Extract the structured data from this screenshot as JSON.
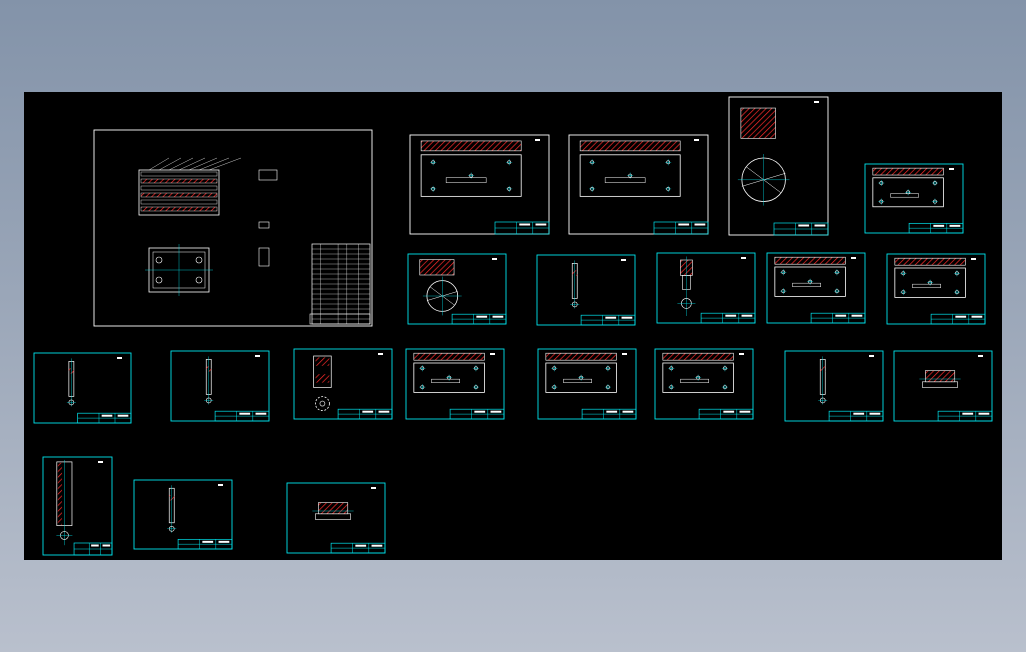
{
  "colors": {
    "background_top": "#8393a9",
    "background_bottom": "#b9c0cd",
    "canvas": "#000000",
    "sheet_white": "#ffffff",
    "sheet_cyan": "#00e5ee",
    "hatch": "#ff2a2a",
    "drawing_line": "#ffffff",
    "centerline": "#00e5ee"
  },
  "sheets": [
    {
      "name": "assembly-drawing",
      "style": "white",
      "kind": "assembly"
    },
    {
      "name": "part-plate-1",
      "style": "white",
      "kind": "plate"
    },
    {
      "name": "part-plate-2",
      "style": "white",
      "kind": "plate"
    },
    {
      "name": "part-round-plate",
      "style": "white",
      "kind": "round"
    },
    {
      "name": "part-base-1",
      "style": "cyan",
      "kind": "plate"
    },
    {
      "name": "part-round-section",
      "style": "cyan",
      "kind": "round"
    },
    {
      "name": "part-pin-1",
      "style": "cyan",
      "kind": "pin"
    },
    {
      "name": "part-punch-1",
      "style": "cyan",
      "kind": "punch"
    },
    {
      "name": "part-plate-3",
      "style": "cyan",
      "kind": "plate"
    },
    {
      "name": "part-plate-4",
      "style": "cyan",
      "kind": "plate"
    },
    {
      "name": "part-rod-1",
      "style": "cyan",
      "kind": "pin"
    },
    {
      "name": "part-rod-2",
      "style": "cyan",
      "kind": "pin"
    },
    {
      "name": "part-gear-1",
      "style": "cyan",
      "kind": "gear"
    },
    {
      "name": "part-plate-5",
      "style": "cyan",
      "kind": "plate"
    },
    {
      "name": "part-plate-6",
      "style": "cyan",
      "kind": "plate"
    },
    {
      "name": "part-plate-7",
      "style": "cyan",
      "kind": "plate"
    },
    {
      "name": "part-rod-3",
      "style": "cyan",
      "kind": "pin"
    },
    {
      "name": "part-block-1",
      "style": "cyan",
      "kind": "block"
    },
    {
      "name": "part-shaft-1",
      "style": "cyan",
      "kind": "shaft"
    },
    {
      "name": "part-rod-4",
      "style": "cyan",
      "kind": "pin"
    },
    {
      "name": "part-block-2",
      "style": "cyan",
      "kind": "block"
    }
  ]
}
